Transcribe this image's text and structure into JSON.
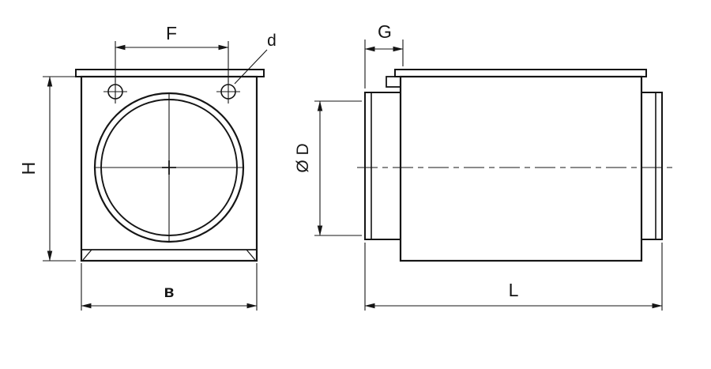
{
  "page": {
    "background": "#ffffff",
    "line_color": "#151515"
  },
  "diagram": {
    "type": "technical-drawing",
    "description": "Two-view dimension drawing of a rectangular duct unit with circular spigot connections",
    "views": {
      "front": {
        "name": "front-view",
        "labels": {
          "hole_spacing": "F",
          "hole_diameter": "d",
          "height": "H",
          "width": "в"
        }
      },
      "side": {
        "name": "side-view",
        "labels": {
          "flange_depth": "G",
          "duct_diameter": "Ø D",
          "length": "L"
        }
      }
    }
  }
}
